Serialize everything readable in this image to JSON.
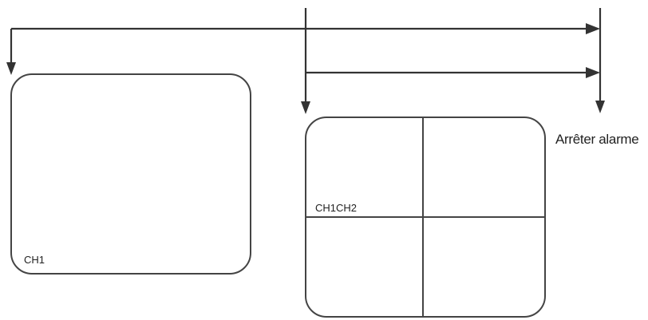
{
  "single_view": {
    "channel_label": "CH1"
  },
  "quad_view": {
    "channel_label": "CH1CH2"
  },
  "end_action": {
    "label": "Arrêter alarme"
  }
}
